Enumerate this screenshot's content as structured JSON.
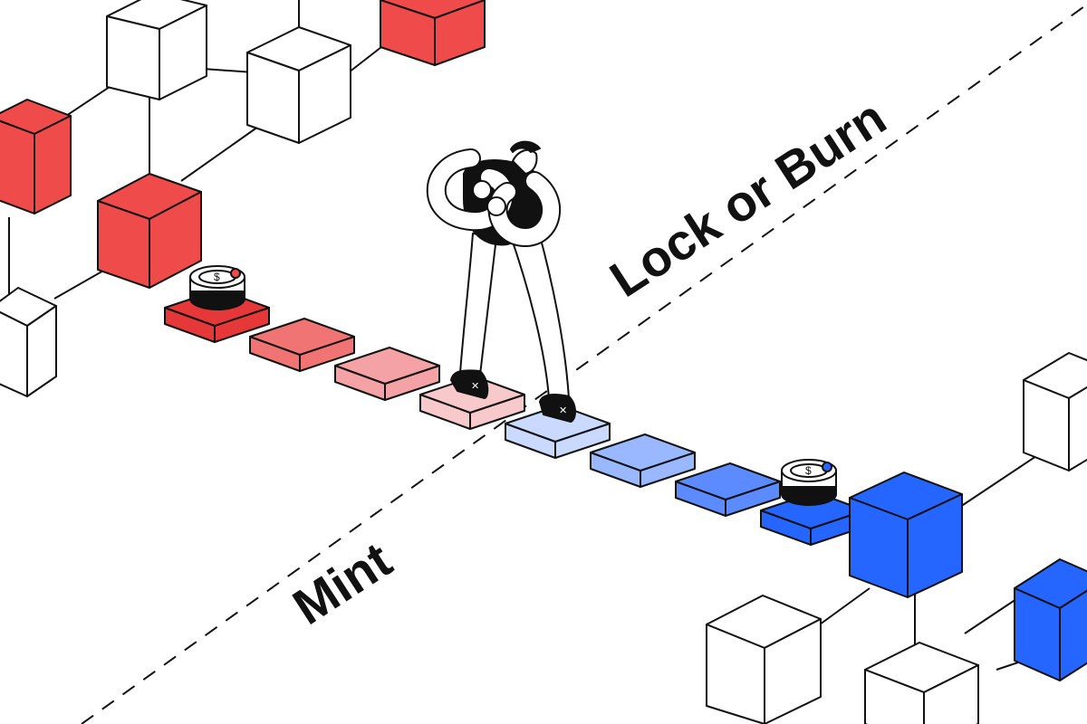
{
  "labels": {
    "lock_or_burn": "Lock or Burn",
    "mint": "Mint"
  },
  "colors": {
    "source_chain": "#EF4B4B",
    "destination_chain": "#2466FF",
    "outline": "#111111",
    "blank_block": "#FFFFFF",
    "bridge_tiles": [
      "#E63838",
      "#F07474",
      "#F4A2A5",
      "#F8C9CB",
      "#C9D9FF",
      "#99B8FF",
      "#5C8BFF",
      "#2466FF"
    ]
  },
  "icons": {
    "token_left": "token-icon",
    "token_right": "token-icon",
    "person": "person-walking-icon",
    "divider": "dashed-line"
  }
}
